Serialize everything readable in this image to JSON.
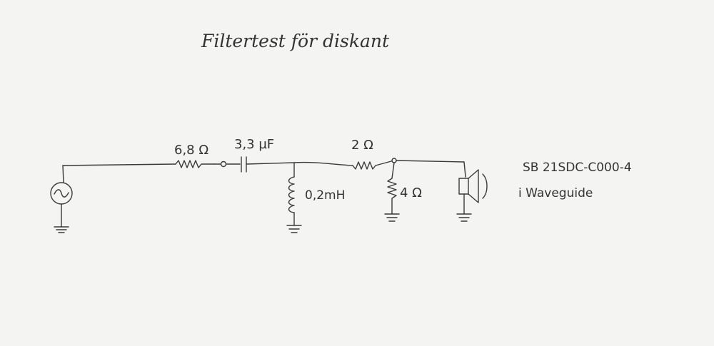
{
  "title": "Filtertest för diskant",
  "components": {
    "r1_label": "6,8 Ω",
    "c1_label": "3,3 µF",
    "l1_label": "0,2mH",
    "r2_label": "2 Ω",
    "r3_label": "4 Ω"
  },
  "notes": {
    "line1": "SB 21SDC-C000-4",
    "line2": "i Waveguide"
  }
}
